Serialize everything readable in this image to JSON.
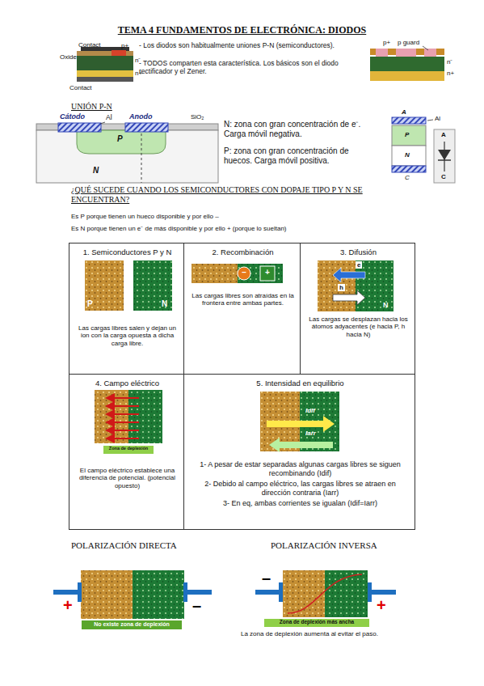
{
  "diagram": {
    "title": "TEMA 4 FUNDAMENTOS DE ELECTRÓNICA: DIODOS",
    "nodes": [
      {
        "text": [
          "1. Semiconductores P y N",
          "Las cargas libres salen y dejan un ion con la carga opuesta a dicha carga libre."
        ]
      },
      {
        "text": [
          "2. Recombinación",
          "Las cargas libres son atraídas en la frontera entre ambas partes."
        ]
      },
      {
        "text": [
          "3. Difusión",
          "Las cargas se desplazan hacia los átomos adyacentes (e hacia P, h hacia N)"
        ]
      },
      {
        "text": [
          "4. Campo eléctrico",
          "El campo eléctrico establece una diferencia de potencial. (potencial opuesto)"
        ]
      },
      {
        "text": [
          "Zona de deplexión"
        ],
        "in": 3
      },
      {
        "text": [
          "5. Intensidad en equilibrio",
          "1- A pesar de estar separadas algunas cargas libres se siguen recombinando (Idif)",
          "2- Debido al campo eléctrico, las cargas libres se atraen en dirección contraria (Iarr)",
          "3- En eq, ambas corrientes se igualan (Idif=Iarr)"
        ]
      },
      {
        "text": [
          "No existe zona de deplexión"
        ]
      },
      {
        "text": [
          "Zona de deplexión más ancha"
        ]
      }
    ],
    "labels": [
      "Contact",
      "p+",
      "Oxide",
      "n⁻",
      "n+",
      "Contact",
      "- Los diodos son habitualmente uniones P-N (semiconductores).",
      "- TODOS comparten esta característica. Los básicos son el diodo rectificador y el Zener.",
      "p+",
      "p guard",
      "n⁻",
      "n+",
      "UNIÓN P-N",
      "Cátodo",
      "Al",
      "Anodo",
      "SiO₂",
      "P",
      "N",
      "N: zona con gran concentración de e⁻. Carga móvil negativa.",
      "P: zona con gran concentración de huecos. Carga móvil positiva.",
      "A",
      "Al",
      "P",
      "N",
      "C",
      "A",
      "C",
      "¿QUÉ SUCEDE CUANDO LOS SEMICONDUCTORES CON DOPAJE TIPO P Y N SE ENCUENTRAN?",
      "Es P porque tienen un hueco disponible y por ello –",
      "Es N porque tienen un e⁻ de más disponible y por ello + (porque lo sueltan)",
      "P",
      "N",
      "–",
      "+",
      "e",
      "h",
      "N",
      "Idif",
      "Iarr",
      "POLARIZACIÓN DIRECTA",
      "POLARIZACIÓN INVERSA",
      "+",
      "–",
      "–",
      "+",
      "La zona de deplexión aumenta al evitar el paso."
    ]
  }
}
